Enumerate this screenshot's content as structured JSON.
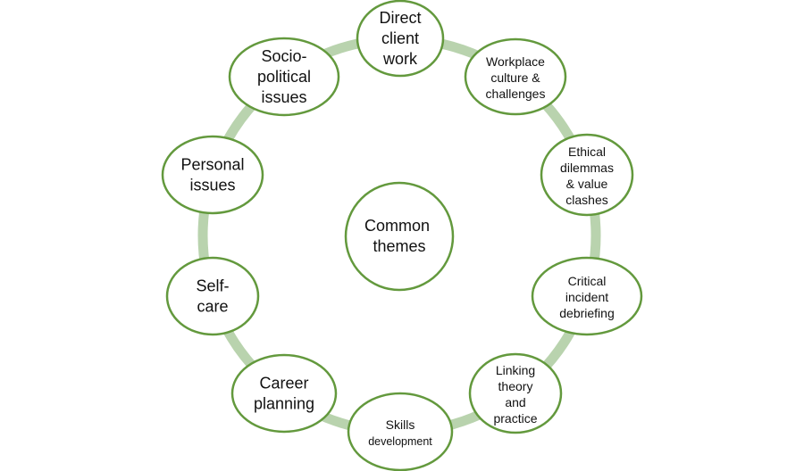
{
  "diagram": {
    "center": {
      "label": [
        "Common",
        "themes"
      ]
    },
    "nodes": [
      {
        "id": "direct-client-work",
        "label": [
          "Direct",
          "client",
          "work"
        ]
      },
      {
        "id": "workplace-culture",
        "label": [
          "Workplace",
          "culture &",
          "challenges"
        ]
      },
      {
        "id": "ethical-dilemmas",
        "label": [
          "Ethical",
          "dilemmas",
          "& value",
          "clashes"
        ]
      },
      {
        "id": "critical-incident",
        "label": [
          "Critical",
          "incident",
          "debriefing"
        ]
      },
      {
        "id": "linking-theory",
        "label": [
          "Linking",
          "theory",
          "and",
          "practice"
        ]
      },
      {
        "id": "skills-development",
        "label": [
          "Skills",
          "development"
        ]
      },
      {
        "id": "career-planning",
        "label": [
          "Career",
          "planning"
        ]
      },
      {
        "id": "self-care",
        "label": [
          "Self-",
          "care"
        ]
      },
      {
        "id": "personal-issues",
        "label": [
          "Personal",
          "issues"
        ]
      },
      {
        "id": "socio-political",
        "label": [
          "Socio-",
          "political",
          "issues"
        ]
      }
    ],
    "colors": {
      "ring": "#b9d3ae",
      "node_border": "#63993d",
      "node_fill": "#ffffff",
      "text": "#111111"
    }
  }
}
